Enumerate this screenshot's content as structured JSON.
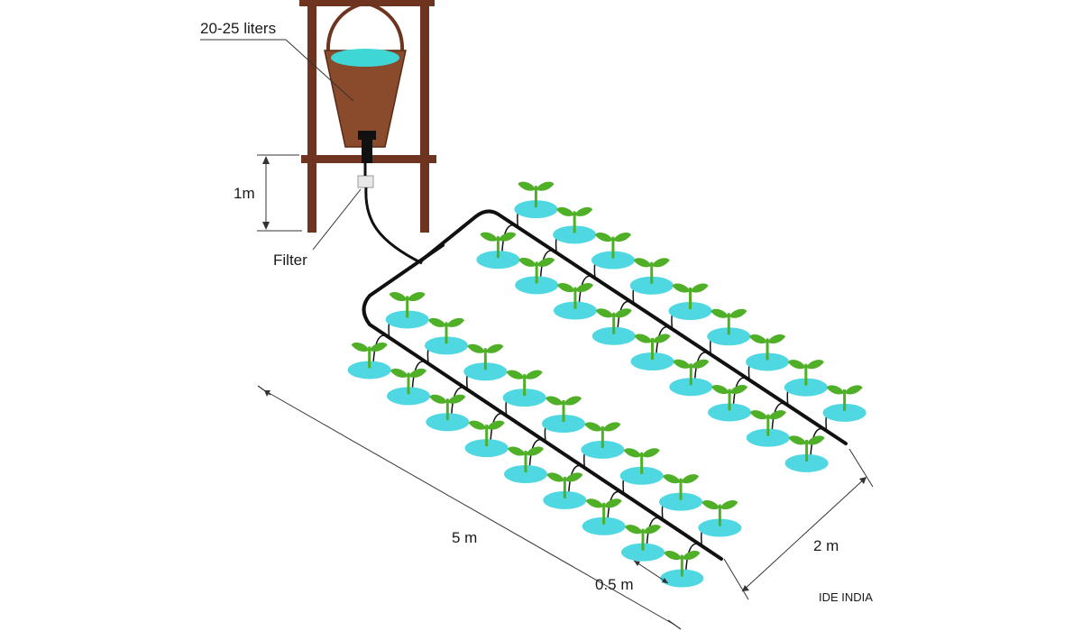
{
  "labels": {
    "bucket_capacity": "20-25 liters",
    "height": "1m",
    "filter": "Filter",
    "length": "5 m",
    "width": "2 m",
    "spacing": "0.5 m",
    "credit": "IDE INDIA"
  },
  "colors": {
    "wood": "#6e3420",
    "bucket": "#8a4a2c",
    "water": "#3fd6d6",
    "puddle": "#4fd8e2",
    "plant": "#4fb028",
    "pipe": "#111111"
  },
  "layout": {
    "rows": 4,
    "plants_per_row": 9
  }
}
